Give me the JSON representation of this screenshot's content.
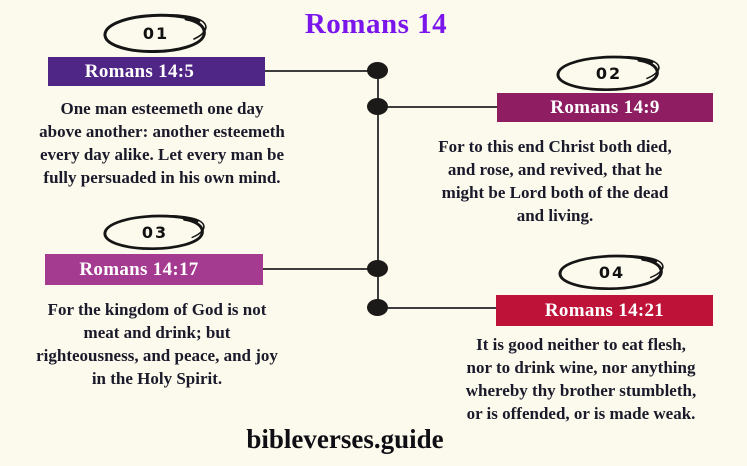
{
  "header": {
    "title": "Romans 14"
  },
  "footer": {
    "site": "bibleverses.guide"
  },
  "colors": {
    "background": "#FCFAEC",
    "title": "#7A16EC",
    "verse_text": "#1A1A2B",
    "connector_line": "#3D3D3D",
    "node_dot": "#1C1A19",
    "banner_romans_14_5": "#4F2586",
    "banner_romans_14_9": "#8E1D62",
    "banner_romans_14_17": "#A53B90",
    "banner_romans_14_21": "#BF1238"
  },
  "items": [
    {
      "number": "01",
      "reference": "Romans 14:5",
      "color": "#4F2586",
      "lines": [
        "One man esteemeth one day",
        "above another: another esteemeth",
        "every day alike. Let every man be",
        "fully persuaded in his own mind."
      ]
    },
    {
      "number": "02",
      "reference": "Romans 14:9",
      "color": "#8E1D62",
      "lines": [
        "For to this end Christ both died,",
        "and rose, and revived, that he",
        "might be Lord both of the dead",
        "and living."
      ]
    },
    {
      "number": "03",
      "reference": "Romans 14:17",
      "color": "#A53B90",
      "lines": [
        "For the kingdom of God is not",
        "meat and drink; but",
        "righteousness, and peace, and joy",
        "in the Holy Spirit."
      ]
    },
    {
      "number": "04",
      "reference": "Romans 14:21",
      "color": "#BF1238",
      "lines": [
        "It is good neither to eat flesh,",
        "nor to drink wine, nor anything",
        "whereby thy brother stumbleth,",
        "or is offended, or is made weak."
      ]
    }
  ]
}
